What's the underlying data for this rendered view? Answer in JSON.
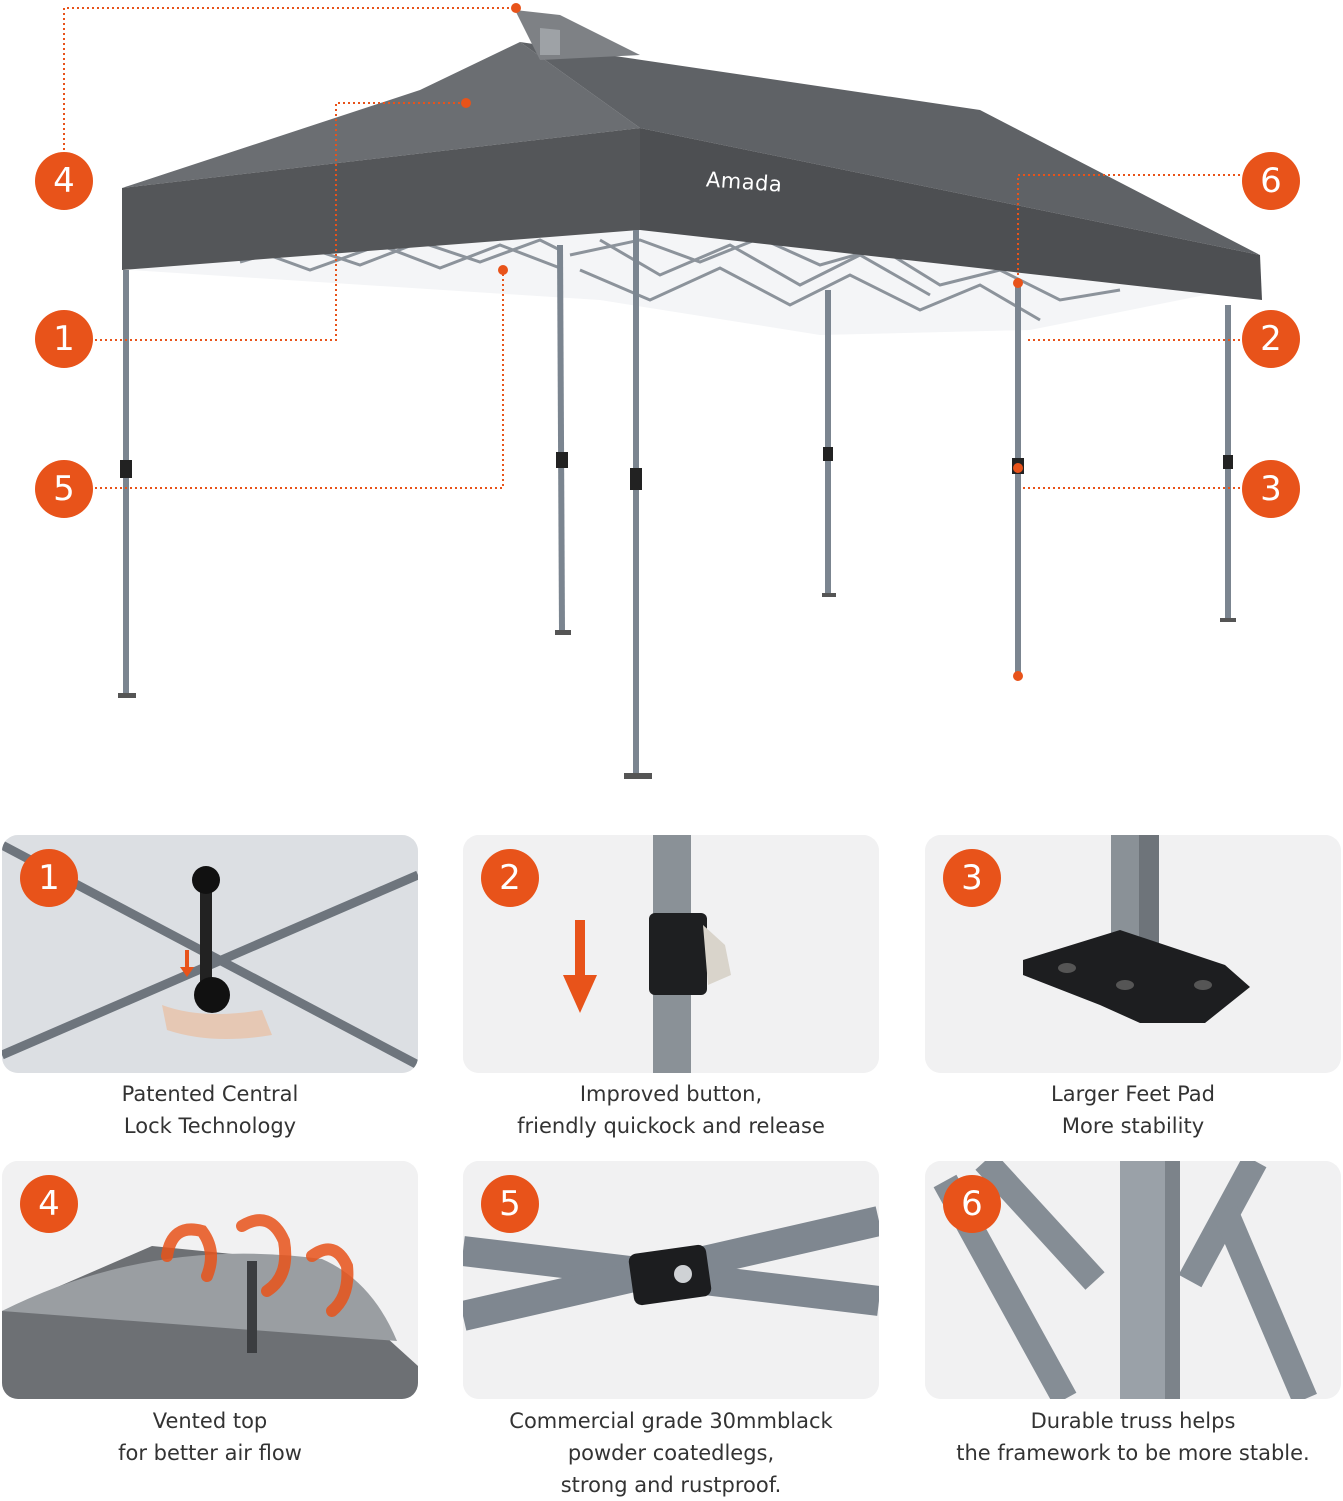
{
  "brand": "Amada",
  "accent_color": "#e8531a",
  "hero": {
    "callouts": [
      "4",
      "1",
      "5",
      "6",
      "2",
      "3"
    ]
  },
  "features": [
    {
      "number": "1",
      "icon": "central-lock-hub-icon",
      "lines": [
        "Patented Central",
        "Lock Technology"
      ]
    },
    {
      "number": "2",
      "icon": "leg-lock-button-icon",
      "lines": [
        "Improved button,",
        "friendly quickock and release"
      ]
    },
    {
      "number": "3",
      "icon": "feet-pad-icon",
      "lines": [
        "Larger Feet Pad",
        "More stability"
      ]
    },
    {
      "number": "4",
      "icon": "vented-top-icon",
      "lines": [
        "Vented top",
        "for better air flow"
      ]
    },
    {
      "number": "5",
      "icon": "leg-joint-icon",
      "lines": [
        "Commercial grade 30mmblack",
        "powder coatedlegs,",
        "strong and rustproof."
      ]
    },
    {
      "number": "6",
      "icon": "truss-frame-icon",
      "lines": [
        "Durable truss helps",
        "the framework to be more stable."
      ]
    }
  ]
}
